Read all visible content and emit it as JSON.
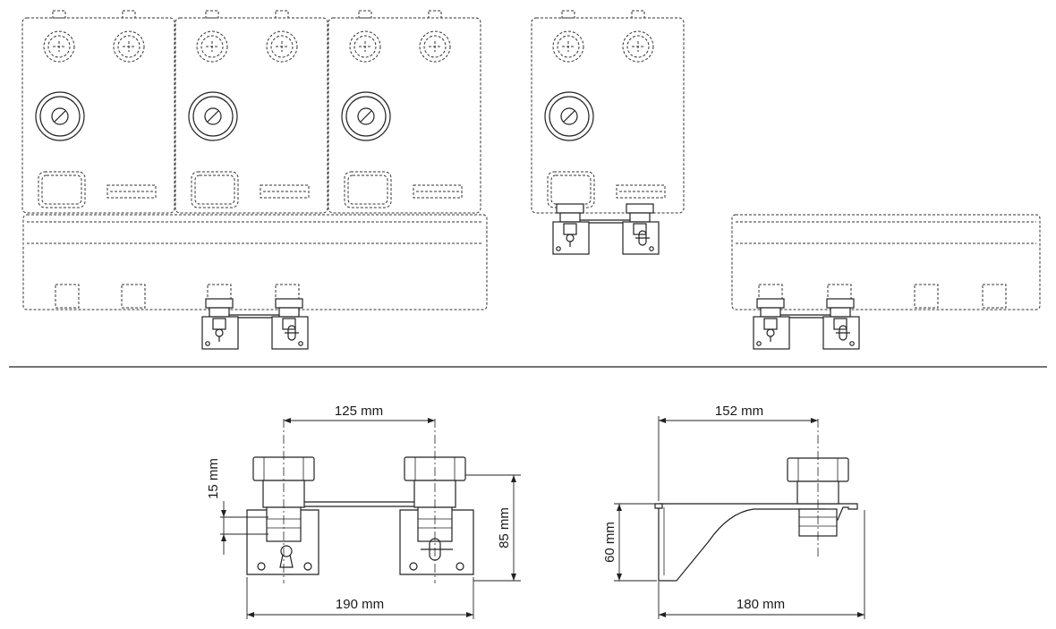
{
  "dimensions": {
    "pipe_spacing": "125 mm",
    "upper_offset": "15 mm",
    "bracket_height": "85 mm",
    "bracket_width": "190 mm",
    "wall_distance_top": "152 mm",
    "side_height": "60 mm",
    "wall_distance_bottom": "180 mm"
  }
}
